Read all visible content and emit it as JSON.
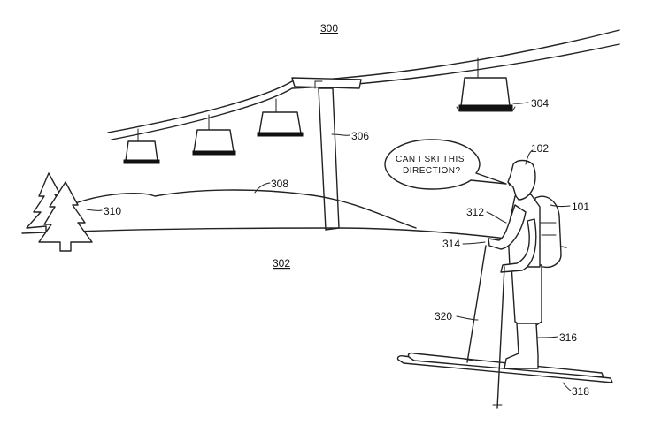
{
  "figure": {
    "number": "300",
    "labels": {
      "user": "102",
      "backpack": "101",
      "scene": "302",
      "chairlift_chair": "304",
      "lift_tower": "306",
      "hill": "308",
      "trees": "310",
      "glove": "312",
      "hand": "314",
      "boots": "316",
      "skis": "318",
      "ski_pole": "320"
    },
    "speech_bubble": {
      "line1": "CAN I SKI THIS",
      "line2": "DIRECTION?"
    }
  }
}
